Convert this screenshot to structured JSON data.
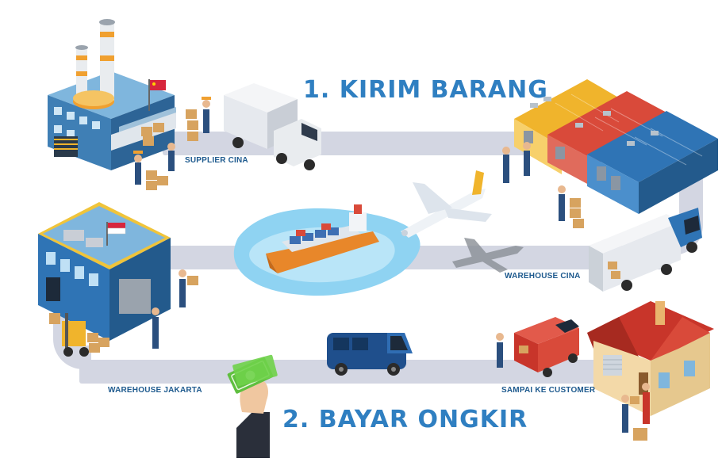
{
  "titles": {
    "step1": "1. KIRIM BARANG",
    "step2": "2. BAYAR ONGKIR"
  },
  "labels": {
    "supplier": "SUPPLIER CINA",
    "warehouse_cina": "WAREHOUSE CINA",
    "warehouse_jakarta": "WAREHOUSE JAKARTA",
    "customer": "SAMPAI KE CUSTOMER"
  },
  "colors": {
    "title": "#2f7fc1",
    "caption": "#1e5a8e",
    "road": "#d3d6e2",
    "water": "#8fd3f2",
    "truck_box": "#e9ecef",
    "van": "#1f4f8c",
    "money": "#5fbf3f",
    "roof_red": "#d94a3a",
    "roof_blue": "#2f74b5",
    "roof_yellow": "#f0b42c"
  },
  "flags": {
    "factory": "china-flag-icon",
    "warehouse": "indonesia-flag-icon"
  }
}
